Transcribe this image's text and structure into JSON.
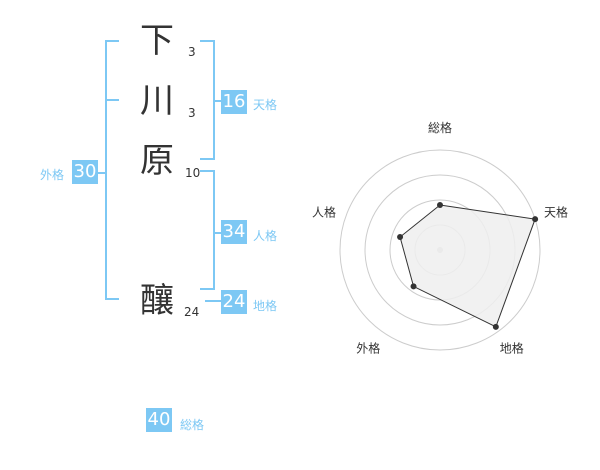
{
  "name": {
    "chars": [
      {
        "char": "下",
        "strokes": "3"
      },
      {
        "char": "川",
        "strokes": "3"
      },
      {
        "char": "原",
        "strokes": "10"
      },
      {
        "char": "釀",
        "strokes": "24"
      }
    ]
  },
  "fortune": {
    "tenkaku": {
      "value": "16",
      "label": "天格"
    },
    "jinkaku": {
      "value": "34",
      "label": "人格"
    },
    "chikaku": {
      "value": "24",
      "label": "地格"
    },
    "gaikaku": {
      "value": "30",
      "label": "外格"
    },
    "soukaku": {
      "value": "40",
      "label": "総格"
    }
  },
  "colors": {
    "accent": "#7dc8f4",
    "text": "#333333",
    "grid": "#cccccc",
    "fill": "#eeeeee"
  },
  "chart_data": {
    "type": "radar",
    "axes": [
      "総格",
      "天格",
      "地格",
      "外格",
      "人格"
    ],
    "values": [
      0.45,
      1.0,
      0.95,
      0.45,
      0.42
    ],
    "rings": 4
  }
}
